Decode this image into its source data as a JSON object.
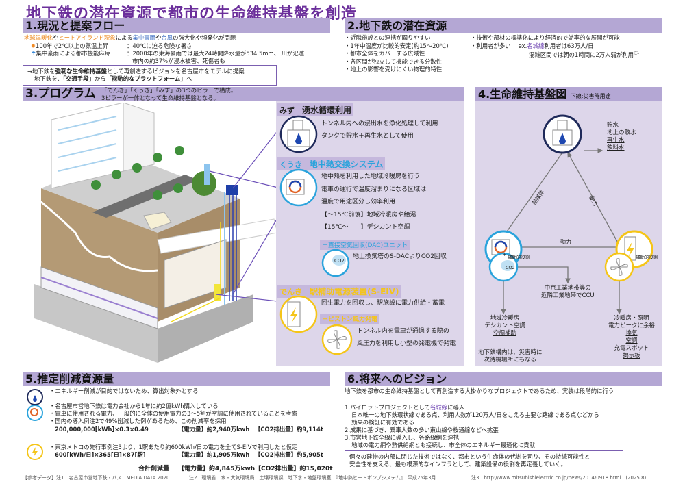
{
  "title": "地下鉄の潜在資源で都市の生命維持基盤を創造",
  "colors": {
    "accent": "#6b2f9b",
    "header": "#b4a7d4",
    "panel": "#ddd6ea",
    "mizu": "#1f2a5a",
    "kuuki": "#2aa3dc",
    "denki": "#f5c518"
  },
  "s1": {
    "header": "1.現況と提案フロー",
    "intro": {
      "a": "地球温暖化",
      "b": "や",
      "c": "ヒートアイランド現象",
      "d": "による",
      "e": "集中豪雨",
      "f": "や",
      "g": "台風",
      "h": "の強大化や頻発化が問題"
    },
    "row1_label": "100年で2℃以上の気温上昇",
    "row1_value": "：40℃に迫る危険な暑さ",
    "row2_label": "集中豪雨による都市機能麻痺",
    "row2_value": "：2000年の東海豪雨では最大24時間降水量が534.5mm、 川が氾濫",
    "row2_value2": "市内の約37%が浸水被害、死傷者も",
    "box1": {
      "a": "→地下鉄を",
      "b": "強靭な生命維持基盤",
      "c": "として再創造するビジョンを名古屋市をモデルに提案"
    },
    "box2": {
      "a": "地下鉄を、",
      "b": "「交通手段」",
      "c": "から",
      "d": "「能動的なプラットフォーム」",
      "e": "へ"
    }
  },
  "s2": {
    "header": "2.地下鉄の潜在資源",
    "left": [
      "・近隣施設との連携が図りやすい",
      "・1年中温度が比較的安定(約15～20℃)",
      "・都市全体をカバーする広域性",
      "・各区間が独立して機能できる分散性",
      "・地上の影響を受けにくい物理的特性"
    ],
    "right1": "・技術や部材の標準化により経済的で効率的な展開が可能",
    "right2": "・利用者が多い",
    "right2_ex": "ex.",
    "right2_line": "名城線",
    "right2_rest": "利用者は63万人/日",
    "right3": "混雑区間では朝の1時間に2万人弱が利用",
    "right3_note": "注1"
  },
  "s3": {
    "header": "3.プログラム",
    "desc1": "「でんき」「くうき」「みず」の3つのピラーで構成。",
    "desc2": "3ピラーが一体となって生命維持基盤となる。",
    "mizu": {
      "tag": "みず",
      "title": "湧水循環利用",
      "lines": [
        "トンネル内への浸出水を浄化処理して利用",
        "タンクで貯水＋再生水として使用"
      ]
    },
    "kuuki": {
      "tag": "くうき",
      "title": "地中熱交換システム",
      "lines": [
        "地中熱を利用した地域冷暖房を行う",
        "電車の運行で温度溜まりになる区域は",
        "温度で用途区分し効率利用",
        "【～15℃前後】地域冷暖房や給湯",
        "【15℃～　　】デシカント空調"
      ]
    },
    "dac": {
      "title": "＋直接空気回収(DAC)ユニット",
      "line": "地上換気塔のS-DACよりCO2回収",
      "co2": "CO2"
    },
    "denki": {
      "tag": "でんき",
      "title": "駅補助電源装置(S-EIV)",
      "line": "回生電力を回収し、駅施設に電力供給・蓄電"
    },
    "piston": {
      "title": "＋ピストン風力発電",
      "lines": [
        "トンネル内を電車が通過する際の",
        "風圧力を利用し小型の発電機で発電"
      ]
    }
  },
  "s4": {
    "header": "4.生命維持基盤図",
    "note": "下線:災害時用途",
    "water": [
      "貯水",
      "地上の散水"
    ],
    "water_u": [
      "再生水",
      "飲料水"
    ],
    "arrow_left": "熱媒体",
    "arrow_right": "動力",
    "arrow_bottom": "動力",
    "aux1": "補助的役割",
    "aux2": "補助的役割",
    "co2": "CO2",
    "ccu": [
      "中京工業地帯等の",
      "近隣工業地帯でCCU"
    ],
    "heat": [
      "地域冷暖房",
      "デシカント空調"
    ],
    "heat_u": [
      "空調補助"
    ],
    "power": [
      "冷暖房・照明",
      "電力ピークに余裕"
    ],
    "power_u": [
      "換気",
      "空調",
      "充電スポット",
      "掲示板"
    ],
    "shelter": [
      "地下鉄構内は、災害時に",
      "一次待機場所にもなる"
    ]
  },
  "s5": {
    "header": "5.推定削減資源量",
    "l1": "・エネルギー削減が目的ではないため、算出対象外とする",
    "l2": "・名古屋市営地下鉄は電力会社から1年に約2億kWh購入している",
    "l3": "・電車に使用される電力、一般的に全体の使用電力の3～5割が空調に使用されていることを考慮",
    "l4": "・国内の導入例注2で49%削減した例があるため、この削減率を採用",
    "f1": "200,000,000[kWh]×0.3×0.49",
    "p1": "【電力量】約2,940万kwh",
    "c1": "【CO2排出量】約9,114t",
    "l5": "・東京メトロの先行事例注3より、1駅あたり約600kWh/日の電力を全てS-EIVで利用したと仮定",
    "f2": "600[kWh/日]×365[日]×87[駅]",
    "p2": "【電力量】約1,905万kwh",
    "c2": "【CO2排出量】約5,905t",
    "total": "合計削減量",
    "pt": "【電力量】約4,845万kwh",
    "ct": "【CO2排出量】約15,020t"
  },
  "s6": {
    "header": "6.将来へのビジョン",
    "intro": "地下鉄を都市の生命維持基盤として再創造する大掛かりなプロジェクトであるため、実装は段階的に行う",
    "i1a": "1.パイロットプロジェクトとして",
    "i1b": "名城線",
    "i1c": "に導入",
    "i1d": "日本唯一の地下鉄環状線である点、利用人数が120万人/日をこえる主要な路線である点などから",
    "i1e": "効果の検証に有効である",
    "i2": "2.成果に基づき、乗車人数の多い東山線や桜通線などへ拡張",
    "i3": "3.市営地下鉄全線に導入し、各路線網を連携",
    "i3b": "地域の電力網や熱供給網とも接続し、市全体のエネルギー最適化に貢献",
    "box1": "個々の建物の内部に閉じた技術ではなく、都市という生命体の代謝を司り、その持続可能性と",
    "box2": "安全性を支える、最も根源的なインフラとして、建築設備の役割を再定義していく。"
  },
  "footer": {
    "ref": "【参考データ】注1　名古屋市営地下鉄・バス　MEDIA DATA 2020",
    "n2": "注2　環境省　水・大気環境局　土壌環境課　地下水・地盤環境室　『地中熱ヒートポンプシステム』　平成25年3月",
    "n3": "注3　http://www.mitsubishielectric.co.jp/news/2014/0918.html　(2025.8)"
  }
}
